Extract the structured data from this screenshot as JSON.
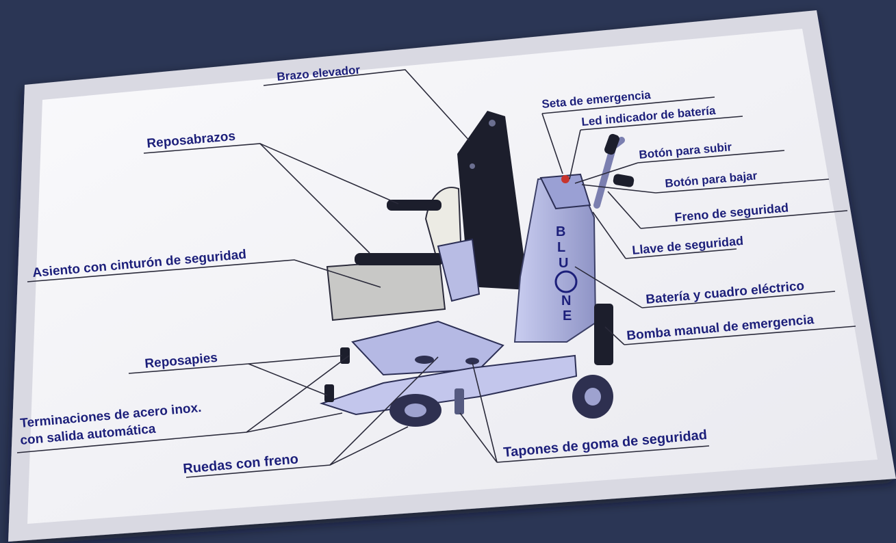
{
  "colors": {
    "background": "#2b3655",
    "card": "#f3f3f7",
    "label_text": "#1c1f7a",
    "leader_line": "#2a2a3a",
    "machine_body": "#b9bde3",
    "machine_dark": "#1a1c2a"
  },
  "brand": {
    "logo_text": "BLUONE"
  },
  "labels": {
    "brazo_elevador": "Brazo elevador",
    "reposabrazos": "Reposabrazos",
    "asiento": "Asiento con cinturón de seguridad",
    "reposapies": "Reposapies",
    "terminaciones_1": "Terminaciones de acero inox.",
    "terminaciones_2": "con salida automática",
    "ruedas": "Ruedas con freno",
    "tapones": "Tapones de goma de seguridad",
    "seta": "Seta de emergencia",
    "led": "Led indicador de batería",
    "boton_subir": "Botón para subir",
    "boton_bajar": "Botón para bajar",
    "freno": "Freno de seguridad",
    "llave": "Llave de seguridad",
    "bateria": "Batería y cuadro eléctrico",
    "bomba": "Bomba manual de emergencia"
  }
}
